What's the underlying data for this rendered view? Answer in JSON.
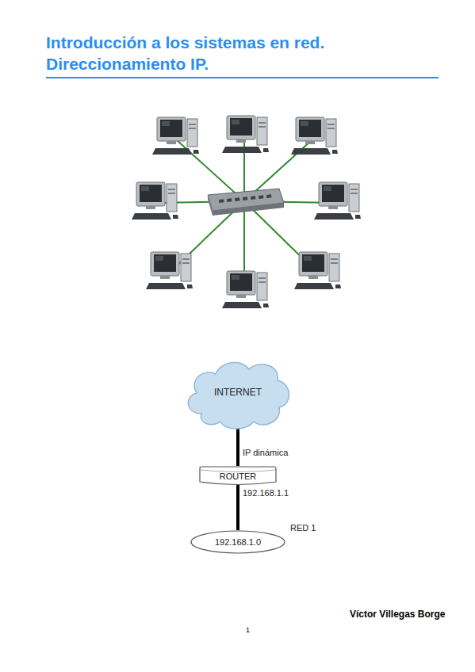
{
  "diagram": {
    "title": "Introducción a los sistemas en red. Direccionamiento IP.",
    "nodes": [
      {
        "text": [
          "INTERNET"
        ]
      },
      {
        "text": [
          "ROUTER"
        ]
      },
      {
        "text": [
          "RED 1",
          "192.168.1.0"
        ]
      }
    ],
    "edges": [
      {
        "from": 0,
        "to": 1,
        "arrow": "none",
        "label": "IP dinámica"
      },
      {
        "from": 1,
        "to": 2,
        "arrow": "none",
        "label": "192.168.1.1"
      }
    ],
    "labels": [
      "Víctor Villegas Borge",
      "1"
    ]
  }
}
